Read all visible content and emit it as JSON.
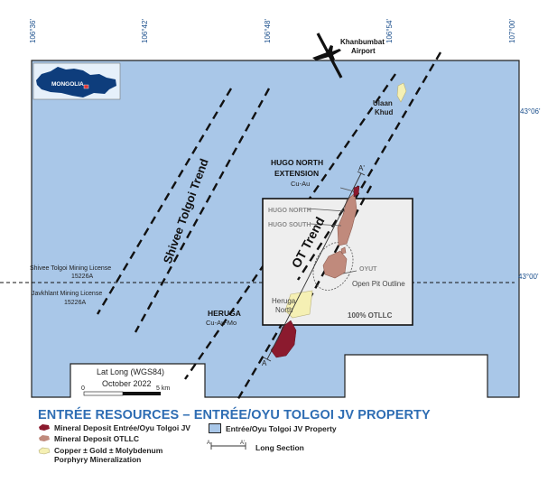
{
  "longitudes": [
    "106°36'",
    "106°42'",
    "106°48'",
    "106°54'",
    "107°00'"
  ],
  "latitudes": [
    "43°06'",
    "43°00'"
  ],
  "inset": {
    "label": "MONGOLIA"
  },
  "airport": {
    "line1": "Khanbumbat",
    "line2": "Airport"
  },
  "ulaan": {
    "line1": "Ulaan",
    "line2": "Khud"
  },
  "licenses": {
    "shivee_line1": "Shivee Tolgoi Mining License",
    "shivee_line2": "15226A",
    "javkhlant_line1": "Javkhlant Mining License",
    "javkhlant_line2": "15226A"
  },
  "trends": {
    "shivee": "Shivee Tolgoi Trend",
    "ot": "OT Trend"
  },
  "deposits": {
    "hugo_north_ext_line1": "HUGO NORTH",
    "hugo_north_ext_line2": "EXTENSION",
    "hugo_north_ext_metals": "Cu-Au",
    "hugo_north": "HUGO NORTH",
    "hugo_south": "HUGO SOUTH",
    "oyut": "OYUT",
    "open_pit": "Open Pit Outline",
    "heruga_north_line1": "Heruga",
    "heruga_north_line2": "North",
    "heruga": "HERUGA",
    "heruga_metals": "Cu-Au-Mo",
    "otllc": "100% OTLLC"
  },
  "section_markers": {
    "start": "A",
    "end": "A'"
  },
  "scale": {
    "datum": "Lat Long (WGS84)",
    "date": "October 2022",
    "zero": "0",
    "five": "5 km"
  },
  "legend": {
    "title": "ENTRÉE RESOURCES – ENTRÉE/OYU TOLGOI JV PROPERTY",
    "item1": "Mineral Deposit Entrée/Oyu Tolgoi JV",
    "item2": "Mineral Deposit OTLLC",
    "item3_line1": "Copper ± Gold ± Molybdenum",
    "item3_line2": "Porphyry Mineralization",
    "item4": "Entrée/Oyu Tolgoi JV Property",
    "item5_a": "A",
    "item5_b": "A'",
    "item5": "Long Section"
  },
  "colors": {
    "property_fill": "#a9c7e8",
    "otllc_fill": "#eeeeee",
    "entree_deposit": "#8b1a2e",
    "otllc_deposit": "#c08a7c",
    "porphyry": "#f5f0b4",
    "legend_title": "#2e6db3",
    "mongolia_inset": "#0e3d7c"
  }
}
